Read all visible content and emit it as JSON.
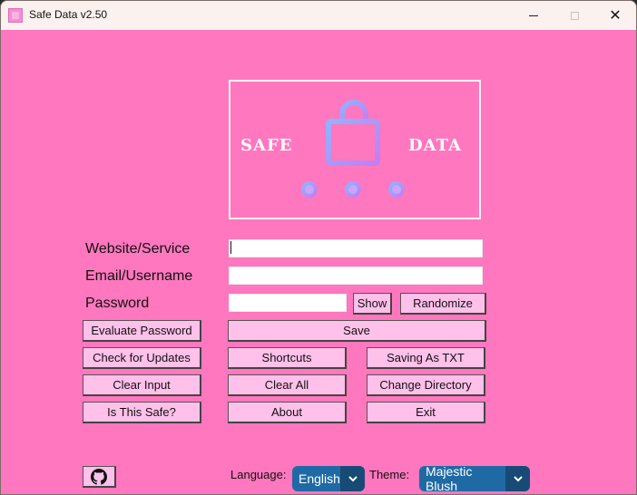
{
  "window": {
    "title": "Safe Data v2.50",
    "minimize_icon": "minimize-icon",
    "maximize_icon": "maximize-icon",
    "close_glyph": "✕"
  },
  "logo": {
    "left_text": "SAFE",
    "right_text": "DATA",
    "icon": "lock-network-icon"
  },
  "form": {
    "website_label": "Website/Service",
    "email_label": "Email/Username",
    "password_label": "Password",
    "website_value": "",
    "email_value": "",
    "password_value": ""
  },
  "buttons": {
    "show": "Show",
    "randomize": "Randomize",
    "evaluate_password": "Evaluate Password",
    "save": "Save",
    "check_updates": "Check for Updates",
    "shortcuts": "Shortcuts",
    "saving_as_txt": "Saving As TXT",
    "clear_input": "Clear Input",
    "clear_all": "Clear All",
    "change_directory": "Change Directory",
    "is_this_safe": "Is This Safe?",
    "about": "About",
    "exit": "Exit"
  },
  "footer": {
    "github_icon": "github-icon",
    "language_label": "Language:",
    "language_value": "English",
    "theme_label": "Theme:",
    "theme_value": "Majestic Blush"
  },
  "colors": {
    "background": "#ff77be",
    "button": "#ffc0ea",
    "dropdown": "#1f6aa5",
    "dropdown_arrow": "#174b76"
  }
}
